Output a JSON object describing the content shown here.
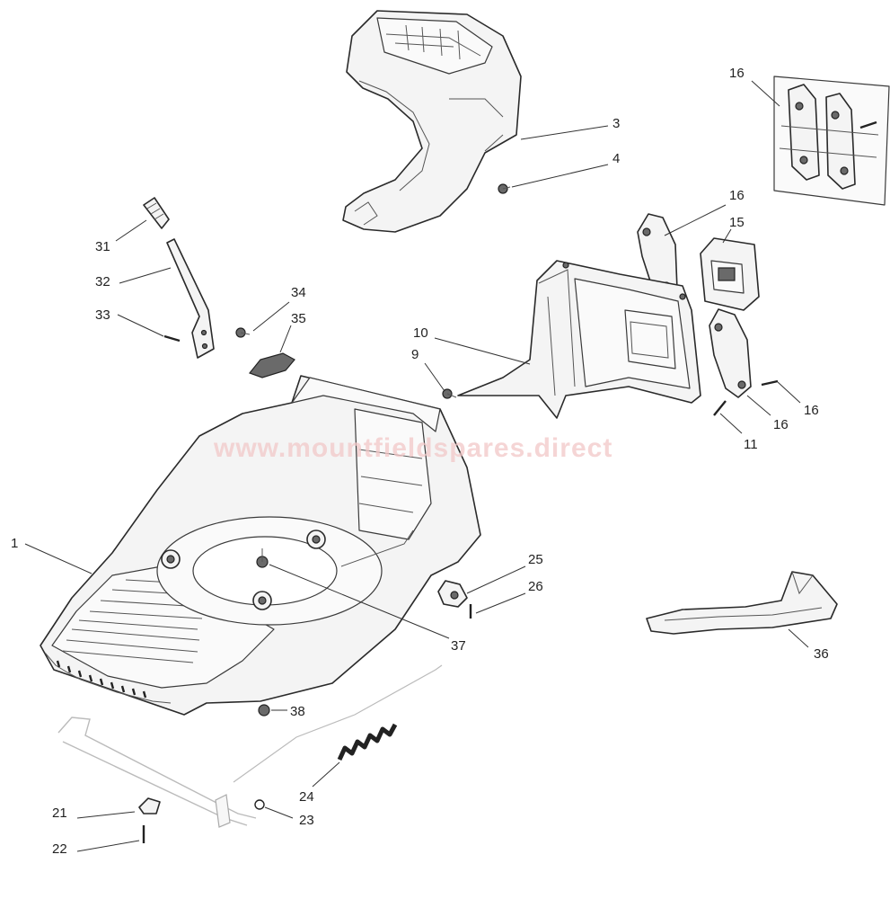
{
  "watermark": "www.mountfieldspares.direct",
  "callouts": {
    "c1": "1",
    "c3": "3",
    "c4": "4",
    "c9": "9",
    "c10": "10",
    "c11": "11",
    "c15": "15",
    "c16a": "16",
    "c16b": "16",
    "c16c": "16",
    "c16d": "16",
    "c21": "21",
    "c22": "22",
    "c23": "23",
    "c24": "24",
    "c25": "25",
    "c26": "26",
    "c31": "31",
    "c32": "32",
    "c33": "33",
    "c34": "34",
    "c35": "35",
    "c36": "36",
    "c37": "37",
    "c38": "38"
  },
  "parts": [
    {
      "ref": "1",
      "name": "mower-deck"
    },
    {
      "ref": "3",
      "name": "rear-cover"
    },
    {
      "ref": "4",
      "name": "screw"
    },
    {
      "ref": "9",
      "name": "screw"
    },
    {
      "ref": "10",
      "name": "rear-guard-frame"
    },
    {
      "ref": "11",
      "name": "screw"
    },
    {
      "ref": "15",
      "name": "bracket"
    },
    {
      "ref": "16",
      "name": "hinge-brackets-and-screws"
    },
    {
      "ref": "21",
      "name": "clip"
    },
    {
      "ref": "22",
      "name": "screw"
    },
    {
      "ref": "23",
      "name": "nut"
    },
    {
      "ref": "24",
      "name": "spring"
    },
    {
      "ref": "25",
      "name": "bushing"
    },
    {
      "ref": "26",
      "name": "screw"
    },
    {
      "ref": "31",
      "name": "grip"
    },
    {
      "ref": "32",
      "name": "height-adjust-lever"
    },
    {
      "ref": "33",
      "name": "screw"
    },
    {
      "ref": "34",
      "name": "screw"
    },
    {
      "ref": "35",
      "name": "lever-cover"
    },
    {
      "ref": "36",
      "name": "side-discharge-deflector"
    },
    {
      "ref": "37",
      "name": "motor-plate"
    },
    {
      "ref": "38",
      "name": "nut"
    }
  ]
}
